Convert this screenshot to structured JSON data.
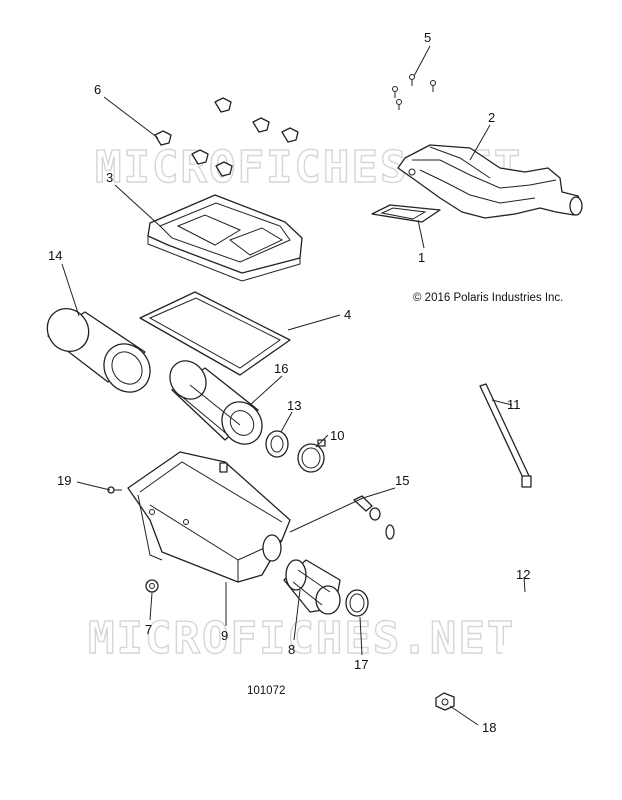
{
  "watermark": "MICROFICHES.NET",
  "copyright": "© 2016 Polaris Industries Inc.",
  "diagram_number": "101072",
  "callouts": {
    "c1": "1",
    "c2": "2",
    "c3": "3",
    "c4": "4",
    "c5": "5",
    "c6": "6",
    "c7": "7",
    "c8": "8",
    "c9": "9",
    "c10": "10",
    "c11": "11",
    "c12": "12",
    "c13": "13",
    "c14": "14",
    "c15": "15",
    "c16": "16",
    "c17": "17",
    "c18": "18",
    "c19": "19"
  }
}
